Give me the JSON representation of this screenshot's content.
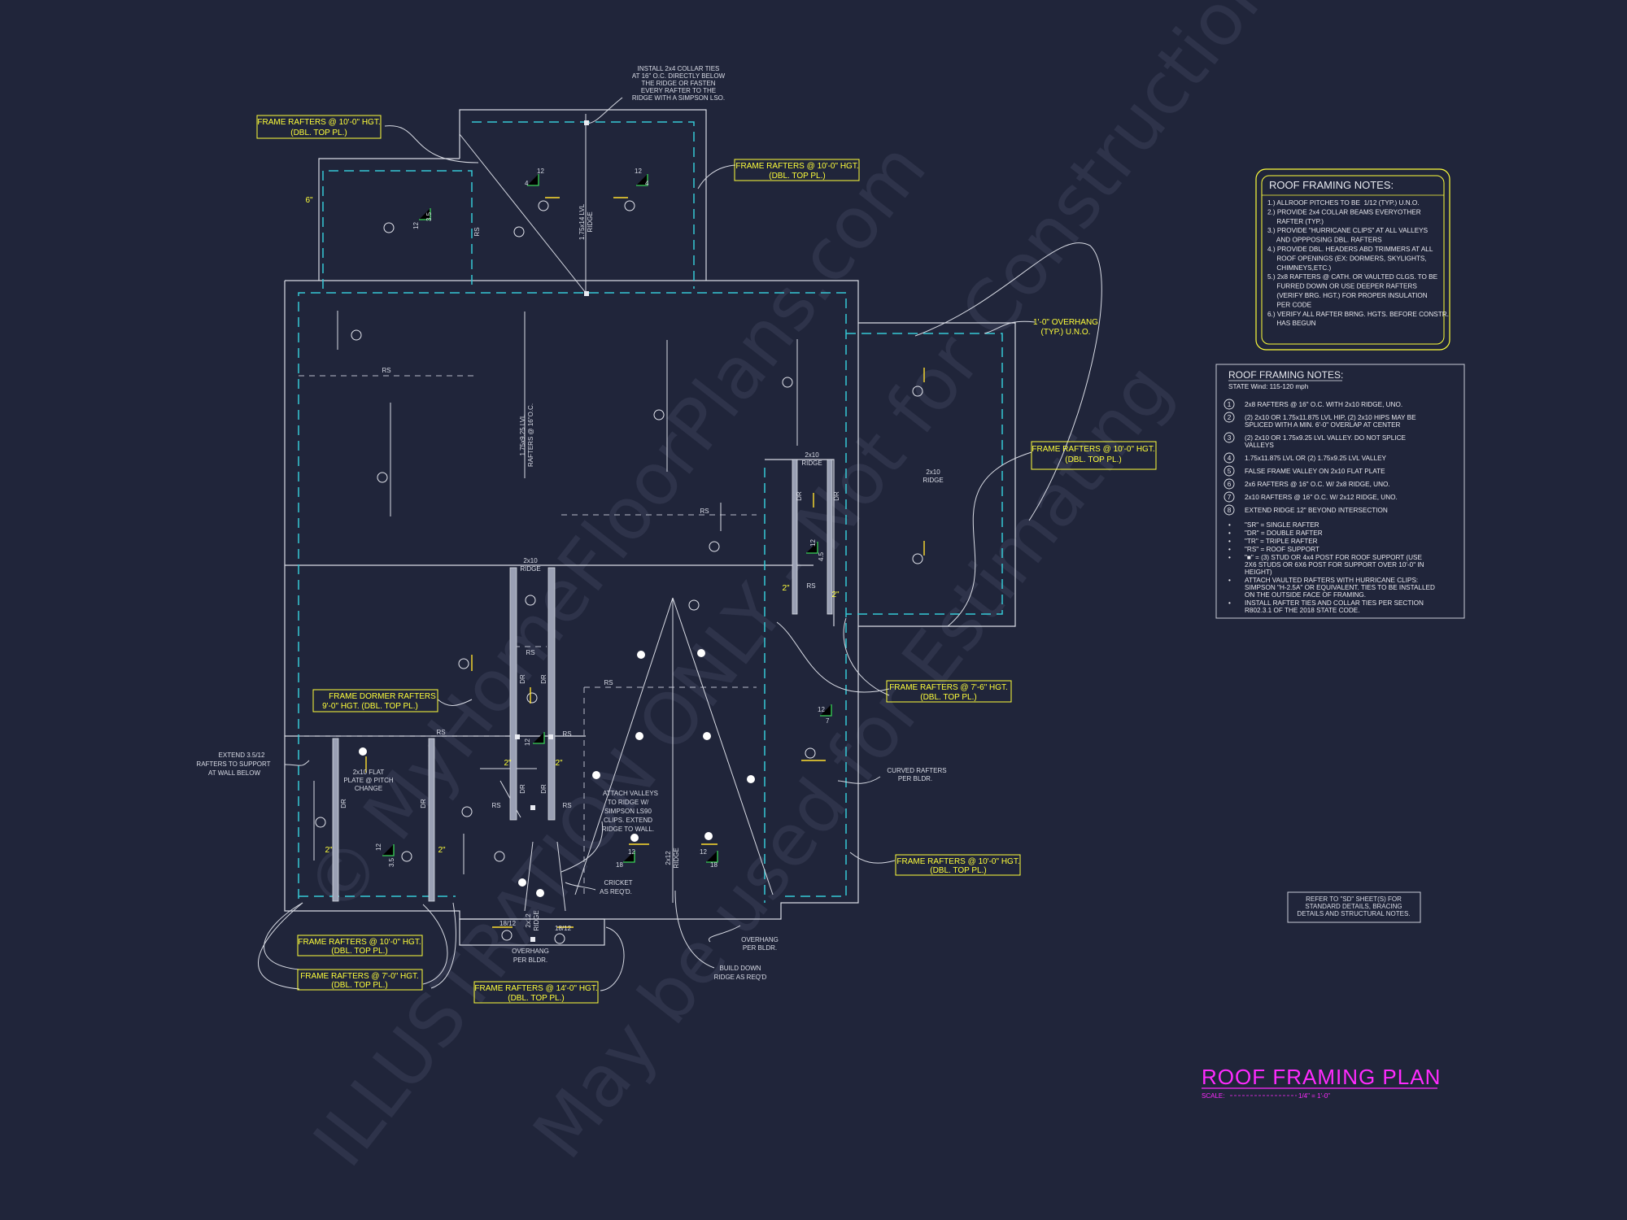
{
  "sheet": {
    "title": "ROOF FRAMING PLAN",
    "scale_label": "SCALE:",
    "scale_value": "1/4\" = 1'-0\"",
    "refer_note": [
      "REFER TO \"SD\" SHEET(S) FOR",
      "STANDARD DETAILS, BRACING",
      "DETAILS AND STRUCTURAL NOTES."
    ],
    "watermark_1": "© MyHomeFloorPlans.com",
    "watermark_2": "ILLUSTRATION ONLY - Not for Construction",
    "watermark_3": "May be used for Estimating"
  },
  "callouts": {
    "top_left": [
      "FRAME RAFTERS @ 10'-0\" HGT.",
      "(DBL. TOP PL.)"
    ],
    "top_mid": [
      "FRAME RAFTERS @ 10'-0\" HGT.",
      "(DBL. TOP PL.)"
    ],
    "right": [
      "FRAME RAFTERS @ 10'-0\" HGT.",
      "(DBL. TOP PL.)"
    ],
    "mid_right": [
      "FRAME RAFTERS @ 7'-6\" HGT.",
      "(DBL. TOP PL.)"
    ],
    "dormer": [
      "FRAME DORMER RAFTERS",
      "9'-0\" HGT. (DBL. TOP PL.)"
    ],
    "low_right": [
      "FRAME RAFTERS @ 10'-0\" HGT.",
      "(DBL. TOP PL.)"
    ],
    "bot_1": [
      "FRAME RAFTERS @ 10'-0\" HGT.",
      "(DBL. TOP PL.)"
    ],
    "bot_2": [
      "FRAME RAFTERS @ 7'-0\" HGT.",
      "(DBL. TOP PL.)"
    ],
    "bot_3": [
      "FRAME RAFTERS @ 14'-0\" HGT.",
      "(DBL. TOP PL.)"
    ]
  },
  "annotations": {
    "collar": [
      "INSTALL 2x4 COLLAR TIES",
      "AT 16\" O.C. DIRECTLY BELOW",
      "THE RIDGE OR FASTEN",
      "EVERY RAFTER TO THE",
      "RIDGE WITH A SIMPSON LSO."
    ],
    "overhang": [
      "1'-0\" OVERHANG",
      "(TYP.) U.N.O."
    ],
    "extend": [
      "EXTEND 3.5/12",
      "RAFTERS TO SUPPORT",
      "AT WALL BELOW"
    ],
    "flat_plate": [
      "2x10 FLAT",
      "PLATE @ PITCH",
      "CHANGE"
    ],
    "attach_valleys": [
      "ATTACH VALLEYS",
      "TO RIDGE W/",
      "SIMPSON LS90",
      "CLIPS. EXTEND",
      "RIDGE TO WALL."
    ],
    "cricket": [
      "CRICKET",
      "AS REQ'D."
    ],
    "curved": [
      "CURVED RAFTERS",
      "PER BLDR."
    ],
    "overhang_bldr_1": [
      "OVERHANG",
      "PER BLDR."
    ],
    "overhang_bldr_2": [
      "OVERHANG",
      "PER BLDR."
    ],
    "build_down": [
      "BUILD DOWN",
      "RIDGE AS REQ'D"
    ],
    "lvl_ridge": [
      "1.75x14 LVL",
      "RIDGE"
    ],
    "lvl_rafters": [
      "1.75x9.25 LVL",
      "RAFTERS @ 16\"O.C."
    ],
    "ridge_2x10_a": [
      "2x10",
      "RIDGE"
    ],
    "ridge_2x10_b": [
      "2x10",
      "RIDGE"
    ],
    "ridge_2x10_c": [
      "2x10",
      "RIDGE"
    ],
    "ridge_2x12_a": [
      "2x12",
      "RIDGE"
    ],
    "ridge_2x12_b": [
      "2x12",
      "RIDGE"
    ],
    "rs": "RS",
    "dr": "DR",
    "six_in": "6\"",
    "two_in": "2\""
  },
  "notes_box_1": {
    "heading": "ROOF FRAMING NOTES:",
    "lines": [
      "1.) ALLROOF PITCHES TO BE  1/12 (TYP.) U.N.O.",
      "2.) PROVIDE 2x4 COLLAR BEAMS EVERYOTHER",
      "     RAFTER (TYP.)",
      "3.) PROVIDE \"HURRICANE CLIPS\" AT ALL VALLEYS",
      "     AND OPPPOSING DBL. RAFTERS",
      "4.) PROVIDE DBL. HEADERS ABD TRIMMERS AT ALL",
      "     ROOF OPENINGS (EX: DORMERS, SKYLIGHTS,",
      "     CHIMNEYS,ETC.)",
      "5.) 2x8 RAFTERS @ CATH. OR VAULTED CLGS. TO BE",
      "     FURRED DOWN OR USE DEEPER RAFTERS",
      "     (VERIFY BRG. HGT.) FOR PROPER INSULATION",
      "     PER CODE",
      "6.) VERIFY ALL RAFTER BRNG. HGTS. BEFORE CONSTR.",
      "     HAS BEGUN"
    ]
  },
  "notes_box_2": {
    "heading": "ROOF FRAMING NOTES:",
    "subheading": "STATE Wind: 115-120 mph",
    "items": [
      {
        "num": "1",
        "text": [
          "2x8 RAFTERS @ 16\" O.C. WITH 2x10 RIDGE, UNO."
        ]
      },
      {
        "num": "2",
        "text": [
          "(2) 2x10 OR 1.75x11.875 LVL HIP, (2) 2x10 HIPS MAY BE",
          "SPLICED WITH A MIN. 6'-0\" OVERLAP AT CENTER"
        ]
      },
      {
        "num": "3",
        "text": [
          "(2) 2x10 OR 1.75x9.25 LVL VALLEY. DO NOT SPLICE",
          "VALLEYS"
        ]
      },
      {
        "num": "4",
        "text": [
          "1.75x11.875 LVL OR (2) 1.75x9.25 LVL VALLEY"
        ]
      },
      {
        "num": "5",
        "text": [
          "FALSE FRAME VALLEY ON 2x10 FLAT PLATE"
        ]
      },
      {
        "num": "6",
        "text": [
          "2x6 RAFTERS @ 16\" O.C. W/ 2x8 RIDGE, UNO."
        ]
      },
      {
        "num": "7",
        "text": [
          "2x10 RAFTERS @ 16\" O.C. W/ 2x12 RIDGE, UNO."
        ]
      },
      {
        "num": "8",
        "text": [
          "EXTEND RIDGE 12\" BEYOND INTERSECTION"
        ]
      }
    ],
    "bullets": [
      [
        "\"SR\" = SINGLE RAFTER"
      ],
      [
        "\"DR\" = DOUBLE RAFTER"
      ],
      [
        "\"TR\" = TRIPLE RAFTER"
      ],
      [
        "\"RS\" = ROOF SUPPORT"
      ],
      [
        "\"■\" = (3) STUD OR 4x4 POST FOR ROOF SUPPORT (USE",
        "2X6 STUDS OR 6X6 POST FOR SUPPORT OVER 10'-0\" IN",
        "HEIGHT)"
      ],
      [
        "ATTACH VAULTED RAFTERS WITH HURRICANE CLIPS:",
        "SIMPSON \"H-2.5A\" OR EQUIVALENT. TIES TO BE INSTALLED",
        "ON THE OUTSIDE FACE OF FRAMING."
      ],
      [
        "INSTALL RAFTER TIES AND COLLAR TIES PER SECTION",
        "R802.3.1 OF THE 2018 STATE CODE."
      ]
    ]
  },
  "pitches": {
    "p12": "12",
    "p4": "4",
    "p35": "3.5",
    "p45": "4.5",
    "p18_12": "18/12",
    "p18": "18",
    "p7": "7"
  },
  "colors": {
    "background": "#20253a",
    "linework": "#d8dbe4",
    "dashed": "#36c9d6",
    "callout": "#ffff3a",
    "title": "#ff2bff",
    "pitch_mark": "#39d35a"
  }
}
